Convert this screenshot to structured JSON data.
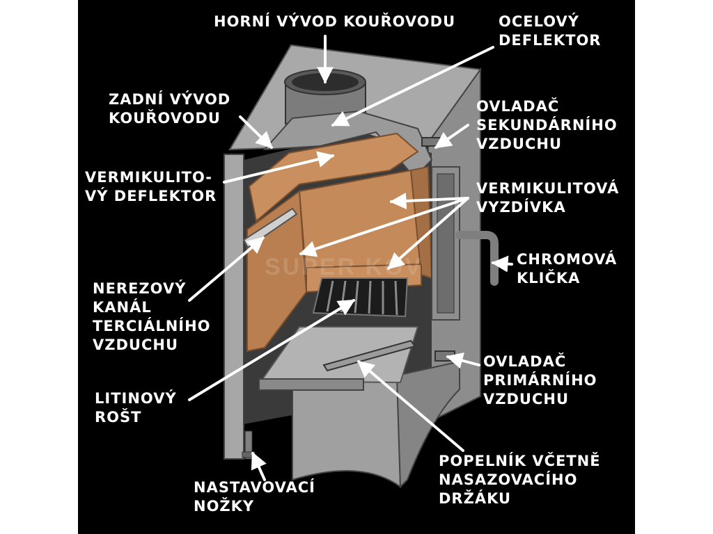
{
  "labels": {
    "horni_vyvod": "HORNÍ VÝVOD KOUŘOVODU",
    "ocelovy_deflektor": "OCELOVÝ\nDEFLEKTOR",
    "zadni_vyvod": "ZADNÍ VÝVOD\nKOUŘOVODU",
    "ovladac_sekundarniho": "OVLADAČ\nSEKUNDÁRNÍHO\nVZDUCHU",
    "vermikulitovy_deflektor": "VERMIKULITO-\nVÝ DEFLEKTOR",
    "vermikulitova_vyzdivka": "VERMIKULITOVÁ\nVYZDÍVKA",
    "chromova_klicka": "CHROMOVÁ\nKLIČKA",
    "nerezovy_kanal": "NEREZOVÝ\nKANÁL\nTERCIÁLNÍHO\nVZDUCHU",
    "ovladac_primarniho": "OVLADAČ\nPRIMÁRNÍHO\nVZDUCHU",
    "litinovy_rost": "LITINOVÝ\nROŠT",
    "popelnik": "POPELNÍK VČETNĚ\nNASAZOVACÍHO\nDRŽÁKU",
    "nastavovaci_nozky": "NASTAVOVACÍ\nNOŽKY"
  },
  "watermark": "SUPER KOV",
  "colors": {
    "background": "#000000",
    "label_text": "#ffffff",
    "arrow": "#ffffff",
    "steel": "#9b9b9b",
    "steel_dark": "#6f6f6f",
    "vermiculite": "#c98f5e",
    "vermiculite_dark": "#a46f44",
    "grate": "#1c1c1c"
  }
}
